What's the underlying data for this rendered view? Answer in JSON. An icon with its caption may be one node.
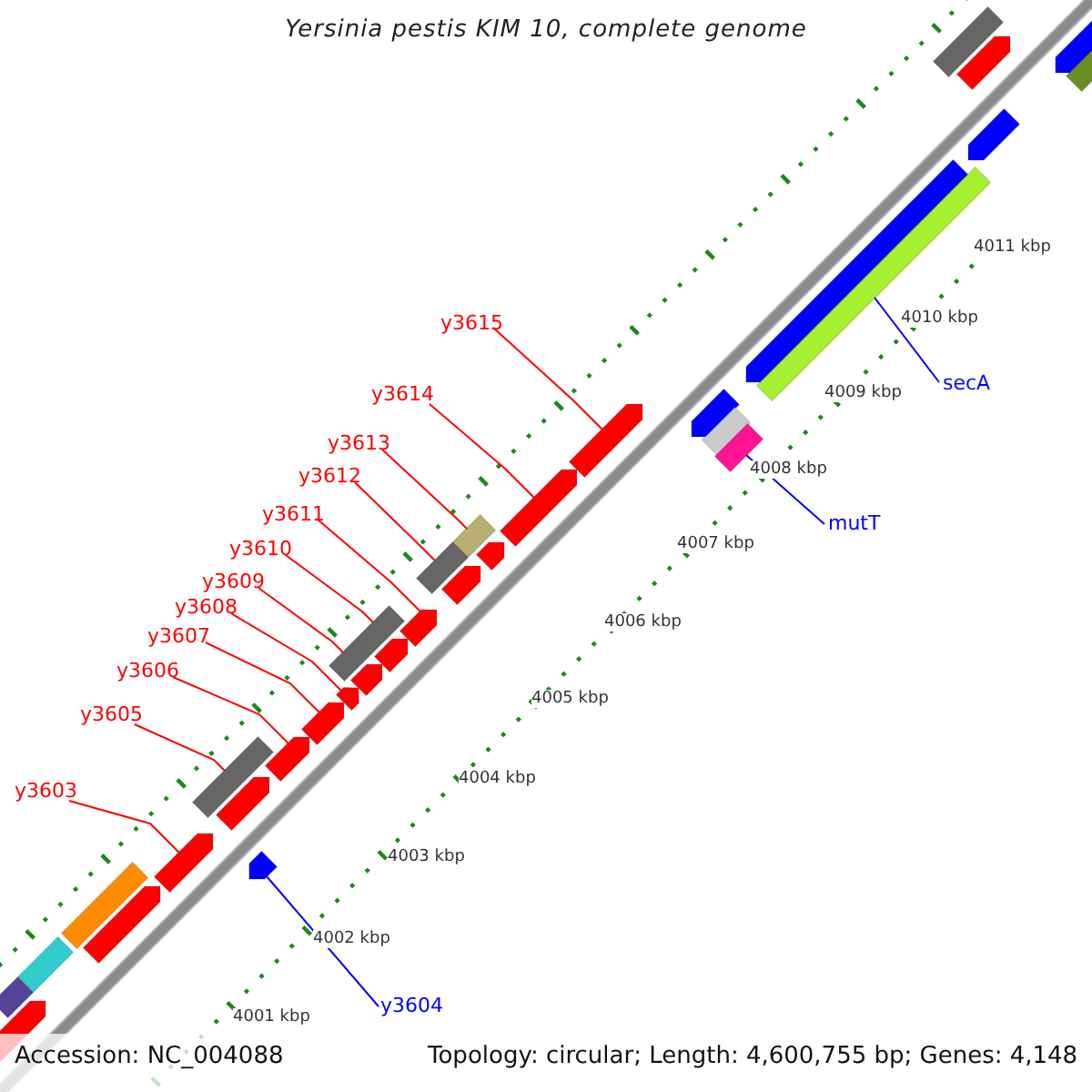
{
  "diagram": {
    "title": "Yersinia pestis KIM 10, complete genome",
    "nodes": [
      {
        "text": [
          "y3615"
        ]
      },
      {
        "text": [
          "secA"
        ]
      },
      {
        "text": [
          "y3614"
        ]
      },
      {
        "text": [
          "y3613"
        ]
      },
      {
        "text": [
          "y3612"
        ]
      },
      {
        "text": [
          "y3611"
        ]
      },
      {
        "text": [
          "mutT"
        ]
      },
      {
        "text": [
          "y3610"
        ]
      },
      {
        "text": [
          "y3609"
        ]
      },
      {
        "text": [
          "y3608"
        ]
      },
      {
        "text": [
          "y3607"
        ]
      },
      {
        "text": [
          "y3606"
        ]
      },
      {
        "text": [
          "y3605"
        ]
      },
      {
        "text": [
          "y3603"
        ]
      },
      {
        "text": [
          "y3604"
        ]
      },
      {
        "text": [],
        "shape": "arrow"
      },
      {
        "text": [],
        "shape": "bar"
      },
      {
        "text": [],
        "shape": "bar"
      },
      {
        "text": [],
        "shape": "bar"
      },
      {
        "text": [],
        "shape": "arrow"
      },
      {
        "text": [],
        "shape": "arrow"
      },
      {
        "text": [],
        "shape": "bar"
      },
      {
        "text": [],
        "shape": "arrow"
      },
      {
        "text": [],
        "shape": "arrow"
      },
      {
        "text": [],
        "shape": "arrow"
      },
      {
        "text": [],
        "shape": "arrow"
      },
      {
        "text": [],
        "shape": "bar"
      },
      {
        "text": [],
        "shape": "arrow"
      },
      {
        "text": [],
        "shape": "arrow"
      },
      {
        "text": [],
        "shape": "bar"
      },
      {
        "text": [],
        "shape": "arrow"
      },
      {
        "text": [],
        "shape": "arrow"
      },
      {
        "text": [],
        "shape": "bar"
      },
      {
        "text": [],
        "shape": "arrow"
      },
      {
        "text": [],
        "shape": "bar"
      },
      {
        "text": [],
        "shape": "arrow"
      },
      {
        "text": [],
        "shape": "arrow"
      },
      {
        "text": [],
        "shape": "arrow"
      },
      {
        "text": [],
        "shape": "arrow"
      },
      {
        "text": [],
        "shape": "bar"
      },
      {
        "text": [],
        "shape": "bar"
      },
      {
        "text": [],
        "shape": "arrow"
      },
      {
        "text": [],
        "shape": "bar"
      },
      {
        "text": [],
        "shape": "bar"
      },
      {
        "text": [],
        "shape": "arrow"
      },
      {
        "text": [],
        "shape": "arrow"
      },
      {
        "text": [],
        "shape": "arrow"
      },
      {
        "text": [],
        "shape": "bar"
      }
    ],
    "edges": [
      {
        "from": 0,
        "to": 37,
        "arrow": "none"
      },
      {
        "from": 1,
        "to": 42,
        "arrow": "none",
        "color": "#0000ff"
      },
      {
        "from": 2,
        "to": 36,
        "arrow": "none"
      },
      {
        "from": 3,
        "to": 34,
        "arrow": "none"
      },
      {
        "from": 4,
        "to": 32,
        "arrow": "none"
      },
      {
        "from": 5,
        "to": 31,
        "arrow": "none"
      },
      {
        "from": 6,
        "to": 40,
        "arrow": "none",
        "color": "#0000ff"
      },
      {
        "from": 7,
        "to": 29,
        "arrow": "none"
      },
      {
        "from": 8,
        "to": 26,
        "arrow": "none"
      },
      {
        "from": 9,
        "to": 27,
        "arrow": "none"
      },
      {
        "from": 10,
        "to": 25,
        "arrow": "none"
      },
      {
        "from": 11,
        "to": 24,
        "arrow": "none"
      },
      {
        "from": 12,
        "to": 21,
        "arrow": "none"
      },
      {
        "from": 13,
        "to": 20,
        "arrow": "none"
      },
      {
        "from": 14,
        "to": 23,
        "arrow": "none",
        "color": "#0000ff"
      }
    ],
    "labels": [
      "4011 kbp",
      "4010 kbp",
      "4009 kbp",
      "4008 kbp",
      "4007 kbp",
      "4006 kbp",
      "4005 kbp",
      "4004 kbp",
      "4003 kbp",
      "4002 kbp",
      "4001 kbp",
      "Accession: NC_004088",
      "Topology: circular; Length: 4,600,755 bp; Genes: 4,148"
    ]
  }
}
